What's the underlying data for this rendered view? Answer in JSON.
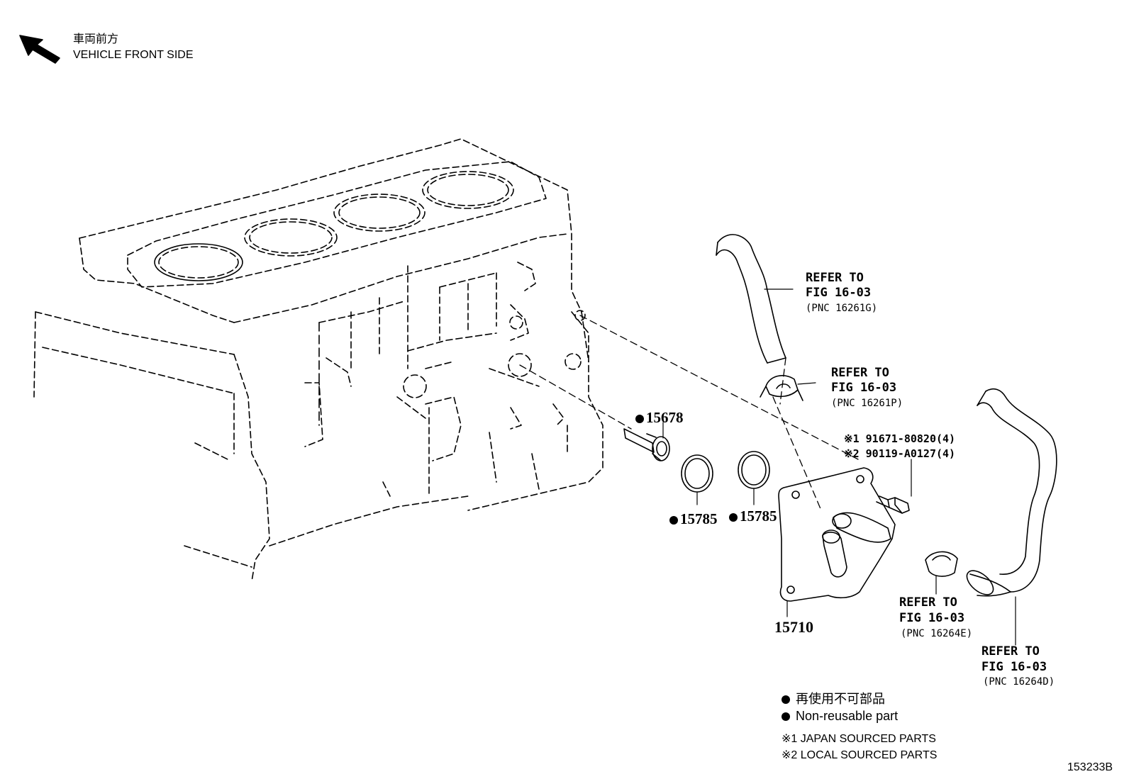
{
  "orientation": {
    "label_ja": "車両前方",
    "label_en": "VEHICLE FRONT SIDE",
    "icon": "arrow-up-left-icon"
  },
  "callouts": [
    {
      "id": "refer-16261g",
      "line1": "REFER TO",
      "line2": "FIG 16-03",
      "line3": "(PNC 16261G)"
    },
    {
      "id": "refer-16261p",
      "line1": "REFER TO",
      "line2": "FIG 16-03",
      "line3": "(PNC 16261P)"
    },
    {
      "id": "refer-16264e",
      "line1": "REFER TO",
      "line2": "FIG 16-03",
      "line3": "(PNC 16264E)"
    },
    {
      "id": "refer-16264d",
      "line1": "REFER TO",
      "line2": "FIG 16-03",
      "line3": "(PNC 16264D)"
    }
  ],
  "parts": {
    "p15678": "15678",
    "p15785a": "15785",
    "p15785b": "15785",
    "p15710": "15710",
    "bolt1": "※1 91671-80820(4)",
    "bolt2": "※2 90119-A0127(4)"
  },
  "legend": {
    "non_reusable_ja": "再使用不可部品",
    "non_reusable_en": "Non-reusable part",
    "note1": "※1 JAPAN SOURCED PARTS",
    "note2": "※2 LOCAL SOURCED PARTS"
  },
  "figure_id": "153233B",
  "colors": {
    "ink": "#000000",
    "paper": "#ffffff"
  }
}
